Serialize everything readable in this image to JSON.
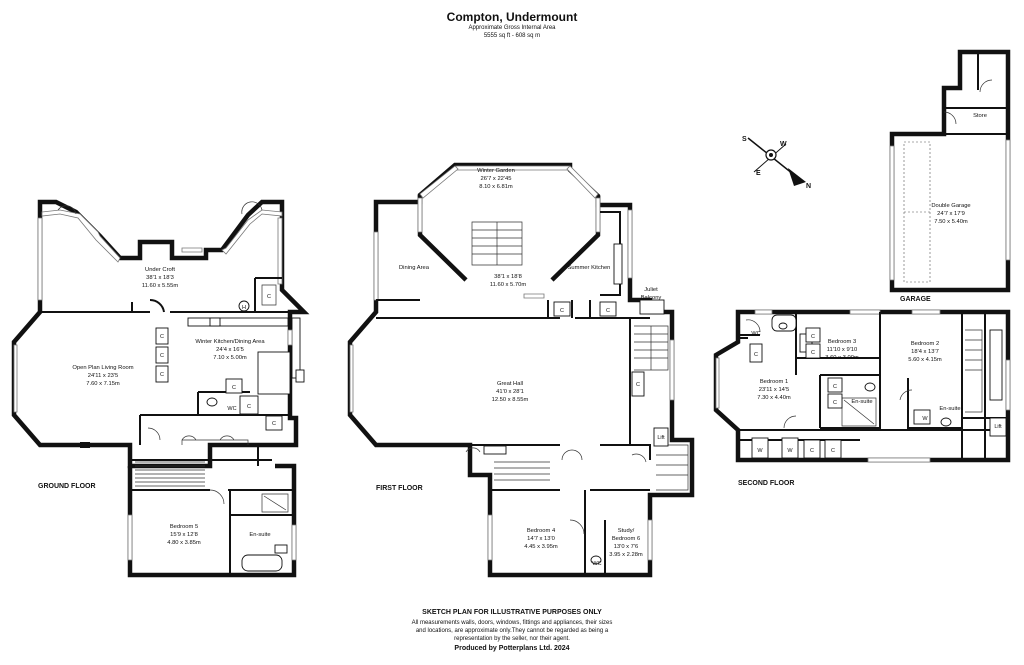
{
  "header": {
    "title": "Compton, Undermount",
    "subtitle": "Approximate Gross Internal Area",
    "area": "5555 sq ft - 608 sq m"
  },
  "floors": {
    "ground": "GROUND FLOOR",
    "first": "FIRST FLOOR",
    "second": "SECOND FLOOR",
    "garage": "GARAGE"
  },
  "rooms": {
    "under_croft": [
      "Under Croft",
      "38'1 x 18'3",
      "11.60 x 5.55m"
    ],
    "living": [
      "Open Plan Living Room",
      "24'11 x 23'5",
      "7.60 x 7.15m"
    ],
    "kitchen": [
      "Winter Kitchen/Dining Area",
      "24'4 x 16'5",
      "7.10 x 5.00m"
    ],
    "bedroom5": [
      "Bedroom 5",
      "15'9 x 12'8",
      "4.80 x 3.85m"
    ],
    "ensuite_g": [
      "En-suite"
    ],
    "winter_garden": [
      "Winter Garden",
      "26'7 x 22'45",
      "8.10 x 6.81m"
    ],
    "central": [
      "38'1 x 18'8",
      "11.60 x 5.70m"
    ],
    "dining": [
      "Dining Area"
    ],
    "summer_kitchen": [
      "Summer Kitchen"
    ],
    "juliet": [
      "Juliet",
      "Balcony"
    ],
    "great_hall": [
      "Great Hall",
      "41'0 x 28'1",
      "12.50 x 8.55m"
    ],
    "bedroom4": [
      "Bedroom 4",
      "14'7 x 13'0",
      "4.45 x 3.95m"
    ],
    "study": [
      "Study/",
      "Bedroom 6",
      "13'0 x 7'6",
      "3.95 x 2.28m"
    ],
    "bedroom1": [
      "Bedroom 1",
      "23'11 x 14'5",
      "7.30 x 4.40m"
    ],
    "bedroom3": [
      "Bedroom 3",
      "11'10 x 9'10",
      "3.60 x 3.00m"
    ],
    "bedroom2": [
      "Bedroom 2",
      "18'4 x 13'7",
      "5.60 x 4.15m"
    ],
    "ensuite_2a": [
      "En-suite"
    ],
    "ensuite_2b": [
      "En-suite"
    ],
    "garage": [
      "Double Garage",
      "24'7 x 17'9",
      "7.50 x 5.40m"
    ],
    "store": [
      "Store"
    ]
  },
  "labels": {
    "c": "C",
    "wc": "WC",
    "w": "W",
    "h": "H",
    "lift": "Lift"
  },
  "compass": {
    "s": "S",
    "w": "W",
    "e": "E",
    "n": "N"
  },
  "footer": {
    "heading": "SKETCH PLAN FOR ILLUSTRATIVE PURPOSES ONLY",
    "disclaimer_1": "All measurements walls, doors, windows, fittings and appliances, their sizes",
    "disclaimer_2": "and locations, are approximate only.They cannot be regarded as being a",
    "disclaimer_3": "representation by the seller, nor their agent.",
    "credit": "Produced by Potterplans Ltd. 2024"
  }
}
